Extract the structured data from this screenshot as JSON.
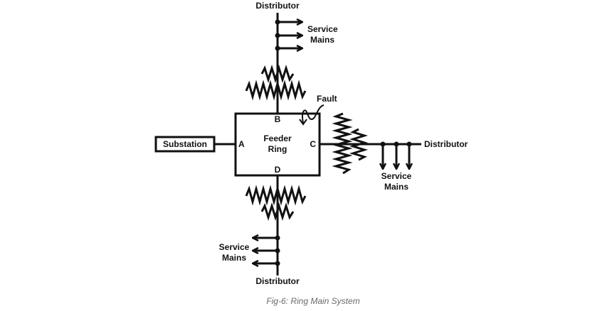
{
  "diagram": {
    "substation": "Substation",
    "feeder_ring": [
      "Feeder",
      "Ring"
    ],
    "nodes": {
      "a": "A",
      "b": "B",
      "c": "C",
      "d": "D"
    },
    "fault": "Fault",
    "distributor_top": "Distributor",
    "distributor_right": "Distributor",
    "distributor_bottom": "Distributor",
    "service_mains_top": [
      "Service",
      "Mains"
    ],
    "service_mains_right": [
      "Service",
      "Mains"
    ],
    "service_mains_bottom": [
      "Service",
      "Mains"
    ]
  },
  "caption": "Fig-6: Ring Main System"
}
